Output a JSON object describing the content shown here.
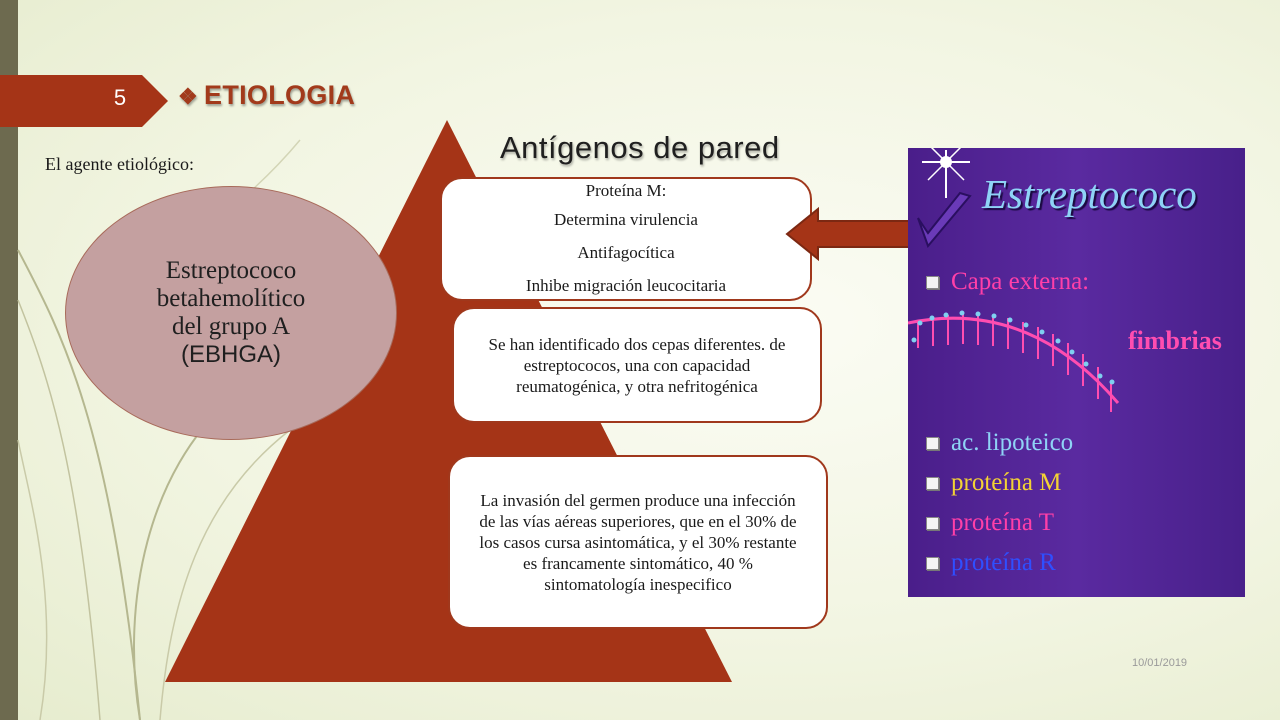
{
  "slide_number": "5",
  "title": {
    "bullet": "❖",
    "text": "ETIOLOGIA"
  },
  "agent_label": "El agente etiológico:",
  "circle": {
    "lines": [
      "Estreptococo",
      "betahemolítico",
      "del grupo A"
    ],
    "abbr": "(EBHGA)"
  },
  "antigens_heading": "Antígenos de pared",
  "box1": {
    "heading": "Proteína M:",
    "items": [
      " Determina virulencia",
      " Antifagocítica",
      " Inhibe migración leucocitaria"
    ]
  },
  "box2": "Se han identificado dos cepas diferentes. de estreptococos, una con capacidad reumatogénica, y otra nefritogénica",
  "box3": "La invasión del germen produce una infección de las vías aéreas superiores, que en el 30% de los casos cursa asintomática, y el 30% restante es francamente sintomático, 40 % sintomatología inespecifico",
  "panel": {
    "title": "Estreptococo",
    "capa": "Capa externa:",
    "fimbrias": "fimbrias",
    "items": [
      {
        "text": "ac. lipoteico",
        "color": "#8fd3f6"
      },
      {
        "text": "proteína M",
        "color": "#f3d234"
      },
      {
        "text": "proteína T",
        "color": "#ff3fa8"
      },
      {
        "text": "proteína  R",
        "color": "#2f4fff"
      }
    ],
    "capa_color": "#ff3fa8"
  },
  "date": "10/01/2019",
  "colors": {
    "accent": "#a0381c",
    "triangle": "#a53417",
    "circle": "#c4a0a0"
  }
}
